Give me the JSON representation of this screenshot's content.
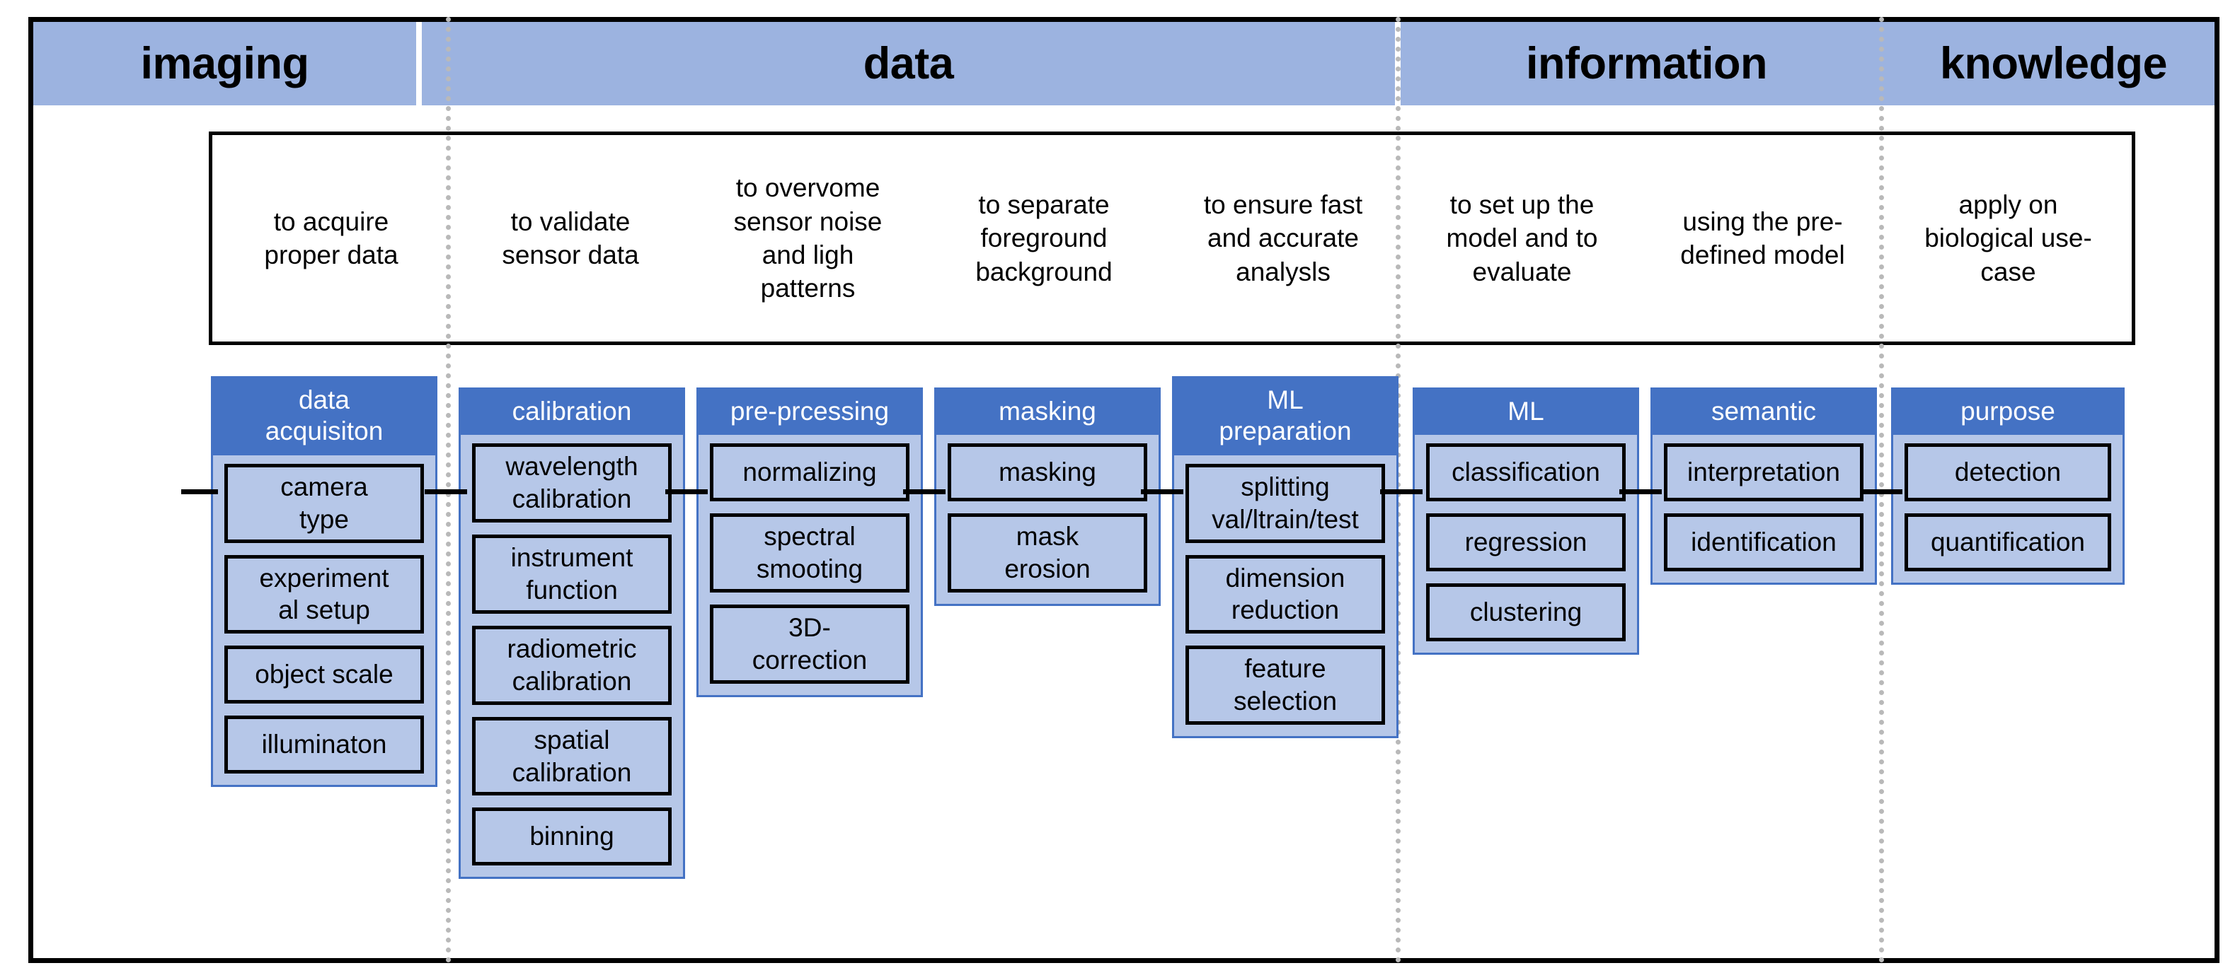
{
  "diagram": {
    "title": "Hyperspectral imaging data-to-knowledge workflow",
    "colors": {
      "stage_band": "#9cb3e0",
      "group_header": "#4472c4",
      "group_body": "#b6c7e8",
      "frame": "#000000",
      "separator": "#b9b9b9"
    }
  },
  "stages": [
    {
      "label": "imaging"
    },
    {
      "label": "data"
    },
    {
      "label": "information"
    },
    {
      "label": "knowledge"
    }
  ],
  "descriptions": [
    {
      "text": "to acquire\nproper data"
    },
    {
      "text": "to validate\nsensor data"
    },
    {
      "text": "to overvome\nsensor noise\nand ligh\npatterns"
    },
    {
      "text": "to separate\nforeground\nbackground"
    },
    {
      "text": "to ensure fast\nand accurate\nanalysls"
    },
    {
      "text": "to set up the\nmodel and to\nevaluate"
    },
    {
      "text": "using the pre-\ndefined model"
    },
    {
      "text": "apply on\nbiological use-\ncase"
    }
  ],
  "groups": [
    {
      "header": "data\nacquisiton",
      "items": [
        "camera\ntype",
        "experiment\nal setup",
        "object scale",
        "illuminaton"
      ]
    },
    {
      "header": "calibration",
      "items": [
        "wavelength\ncalibration",
        "instrument\nfunction",
        "radiometric\ncalibration",
        "spatial\ncalibration",
        "binning"
      ]
    },
    {
      "header": "pre-prcessing",
      "items": [
        "normalizing",
        "spectral\nsmooting",
        "3D-\ncorrection"
      ]
    },
    {
      "header": "masking",
      "items": [
        "masking",
        "mask\nerosion"
      ]
    },
    {
      "header": "ML\npreparation",
      "items": [
        "splitting\nval/ltrain/test",
        "dimension\nreduction",
        "feature\nselection"
      ]
    },
    {
      "header": "ML",
      "items": [
        "classification",
        "regression",
        "clustering"
      ]
    },
    {
      "header": "semantic",
      "items": [
        "interpretation",
        "identification"
      ]
    },
    {
      "header": "purpose",
      "items": [
        "detection",
        "quantification"
      ]
    }
  ]
}
